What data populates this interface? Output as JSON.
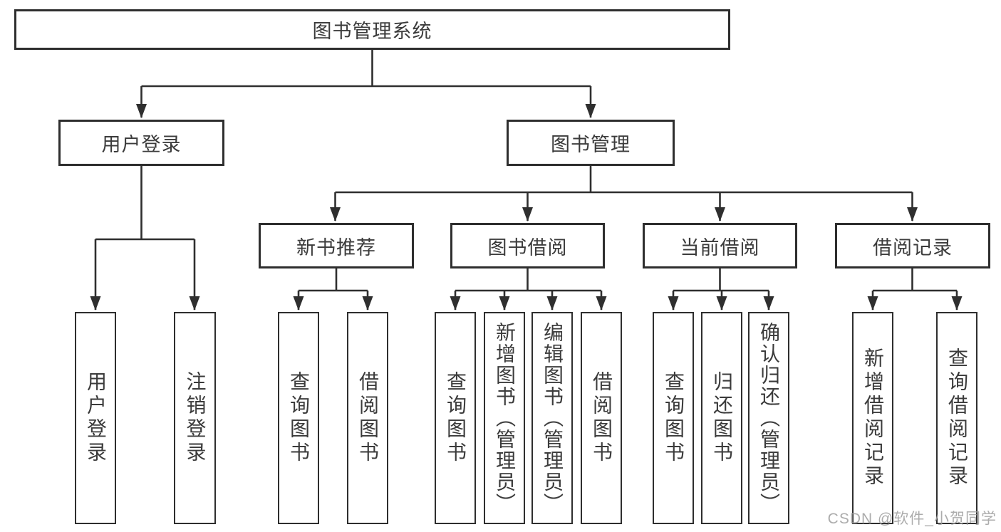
{
  "colors": {
    "line": "#2f2f2f",
    "box_border": "#2e2e2e",
    "text": "#3b3b3b",
    "background": "#ffffff",
    "watermark": "#9e9e9e"
  },
  "watermark": "CSDN @软件_小贺同学",
  "root": {
    "label": "图书管理系统"
  },
  "branches": [
    {
      "label": "用户登录",
      "leaves": [
        "用户登录",
        "注销登录"
      ]
    },
    {
      "label": "图书管理",
      "sections": [
        {
          "label": "新书推荐",
          "leaves": [
            "查询图书",
            "借阅图书"
          ]
        },
        {
          "label": "图书借阅",
          "leaves": [
            "查询图书",
            "新增图书（管理员）",
            "编辑图书（管理员）",
            "借阅图书"
          ]
        },
        {
          "label": "当前借阅",
          "leaves": [
            "查询图书",
            "归还图书",
            "确认归还（管理员）"
          ]
        },
        {
          "label": "借阅记录",
          "leaves": [
            "新增借阅记录",
            "查询借阅记录"
          ]
        }
      ]
    }
  ]
}
